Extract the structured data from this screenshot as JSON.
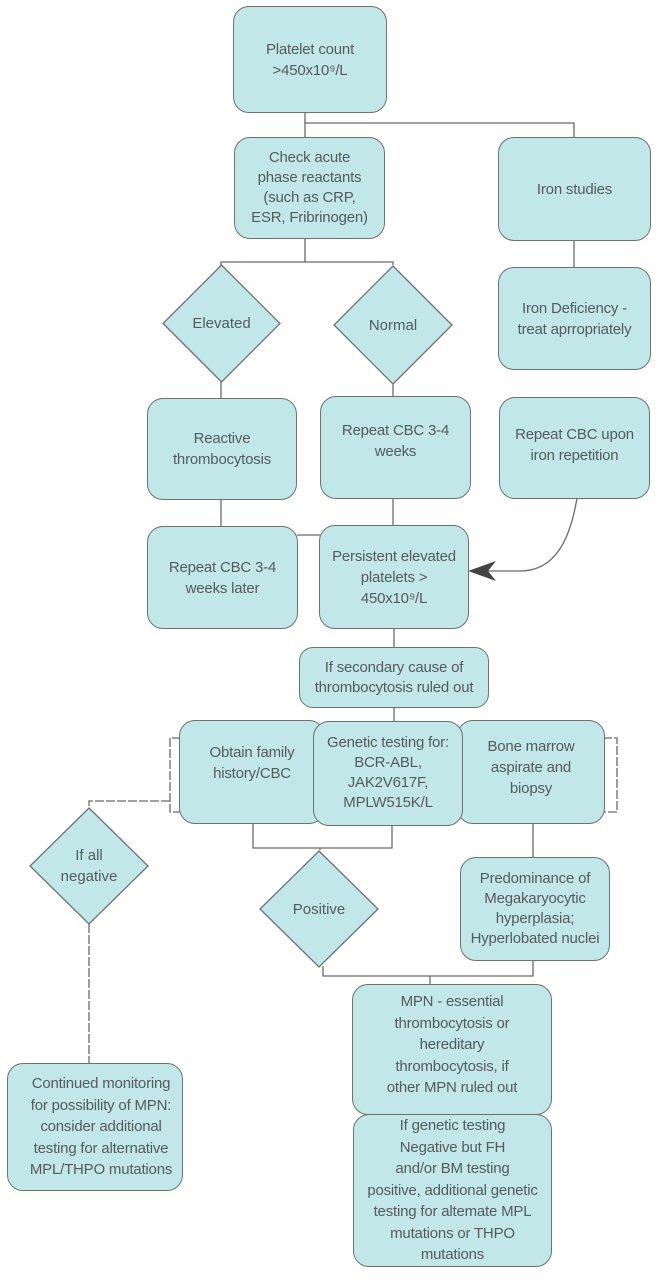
{
  "diagram": {
    "colors": {
      "node_fill": "#c2e7e8",
      "node_stroke": "#6b7272",
      "line": "#6b6b6b",
      "text": "#555b5e",
      "arrow": "#444444"
    },
    "nodes": {
      "platelet_count": "Platelet count\n>450x10⁹/L",
      "check_acute": "Check acute\nphase reactants\n(such as CRP,\nESR, Fribrinogen)",
      "iron_studies": "Iron studies",
      "iron_deficiency": "Iron Deficiency -\ntreat aprropriately",
      "elevated": "Elevated",
      "normal": "Normal",
      "reactive": "Reactive\nthrombocytosis",
      "repeat_cbc_weeks": "Repeat CBC 3-4\nweeks",
      "repeat_cbc_iron": "Repeat CBC upon\niron repetition",
      "repeat_cbc_later": "Repeat CBC 3-4\nweeks later",
      "persistent": "Persistent elevated\nplatelets >\n450x10⁹/L",
      "secondary_ruled_out": "If secondary cause of\nthrombocytosis ruled out",
      "family_history": "Obtain family\nhistory/CBC",
      "genetic_testing": "Genetic testing for:\nBCR-ABL,\nJAK2V617F,\nMPLW515K/L",
      "bone_marrow": "Bone marrow\naspirate and\nbiopsy",
      "if_all_negative": "If all\nnegative",
      "positive": "Positive",
      "megakaryocytic": "Predominance of\nMegakaryocytic\nhyperplasia;\nHyperlobated nuclei",
      "mpn_essential": "MPN - essential\nthrombocytosis or\nhereditary\nthrombocytosis, if\nother MPN ruled out",
      "continued_monitoring": "Continued monitoring\nfor possibility of MPN:\nconsider additional\ntesting for alternative\nMPL/THPO mutations",
      "genetic_negative": "If genetic testing\nNegative but FH\nand/or BM testing\npositive, additional genetic\ntesting for altemate MPL\nmutations or THPO\nmutations"
    }
  }
}
